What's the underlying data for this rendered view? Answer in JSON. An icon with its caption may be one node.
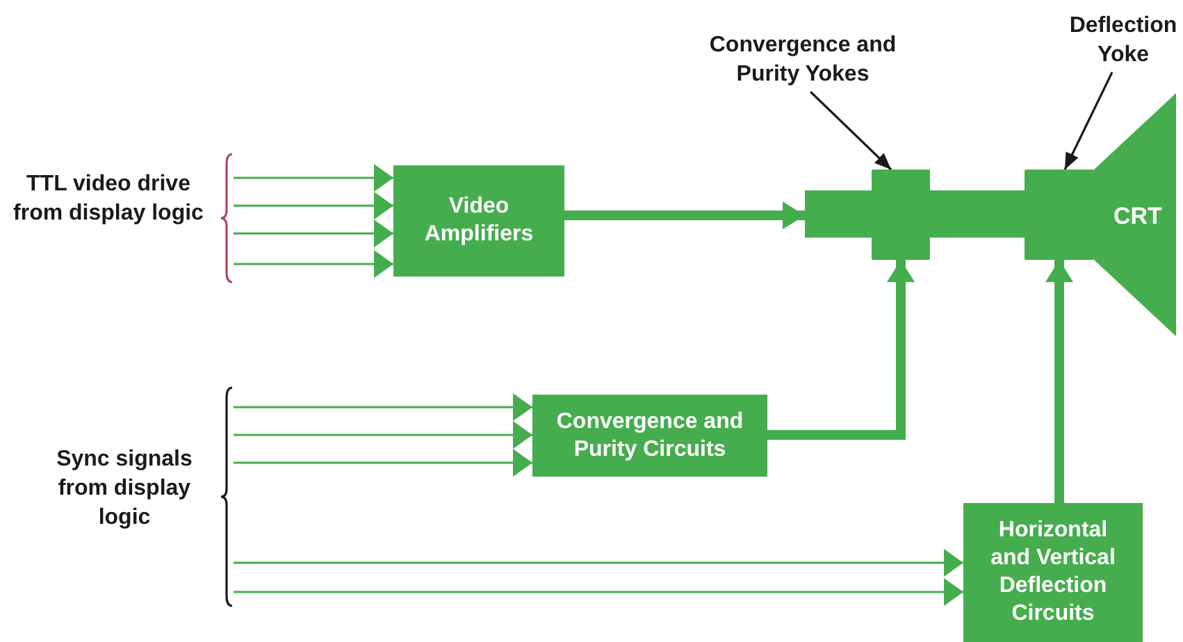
{
  "diagram": {
    "nodes": [
      {
        "text": [
          "TTL video drive from display logic"
        ]
      },
      {
        "text": [
          "Video Amplifiers"
        ]
      },
      {
        "text": [],
        "shape": "bar"
      },
      {
        "text": [
          "CRT"
        ]
      },
      {
        "text": [
          "Convergence and Purity Yokes"
        ]
      },
      {
        "text": [],
        "shape": "box"
      },
      {
        "text": [
          "Deflection Yoke"
        ]
      },
      {
        "text": [],
        "shape": "box"
      },
      {
        "text": [
          "Sync signals from display logic"
        ]
      },
      {
        "text": [
          "Convergence and Purity Circuits"
        ]
      },
      {
        "text": [
          "Horizontal and Vertical Deflection Circuits"
        ]
      }
    ],
    "edges": [
      {
        "from": 0,
        "to": 1,
        "arrow": "to"
      },
      {
        "from": 0,
        "to": 1,
        "arrow": "to"
      },
      {
        "from": 0,
        "to": 1,
        "arrow": "to"
      },
      {
        "from": 0,
        "to": 1,
        "arrow": "to"
      },
      {
        "from": 1,
        "to": 2,
        "arrow": "to",
        "style": "thick"
      },
      {
        "from": 4,
        "to": 5,
        "arrow": "to",
        "color": "#1a1a1a"
      },
      {
        "from": 6,
        "to": 7,
        "arrow": "to",
        "color": "#1a1a1a"
      },
      {
        "from": 8,
        "to": 9,
        "arrow": "to"
      },
      {
        "from": 8,
        "to": 9,
        "arrow": "to"
      },
      {
        "from": 8,
        "to": 9,
        "arrow": "to"
      },
      {
        "from": 8,
        "to": 10,
        "arrow": "to"
      },
      {
        "from": 8,
        "to": 10,
        "arrow": "to"
      },
      {
        "from": 9,
        "to": 5,
        "arrow": "to",
        "style": "thick"
      },
      {
        "from": 10,
        "to": 7,
        "arrow": "to",
        "style": "thick"
      }
    ]
  }
}
